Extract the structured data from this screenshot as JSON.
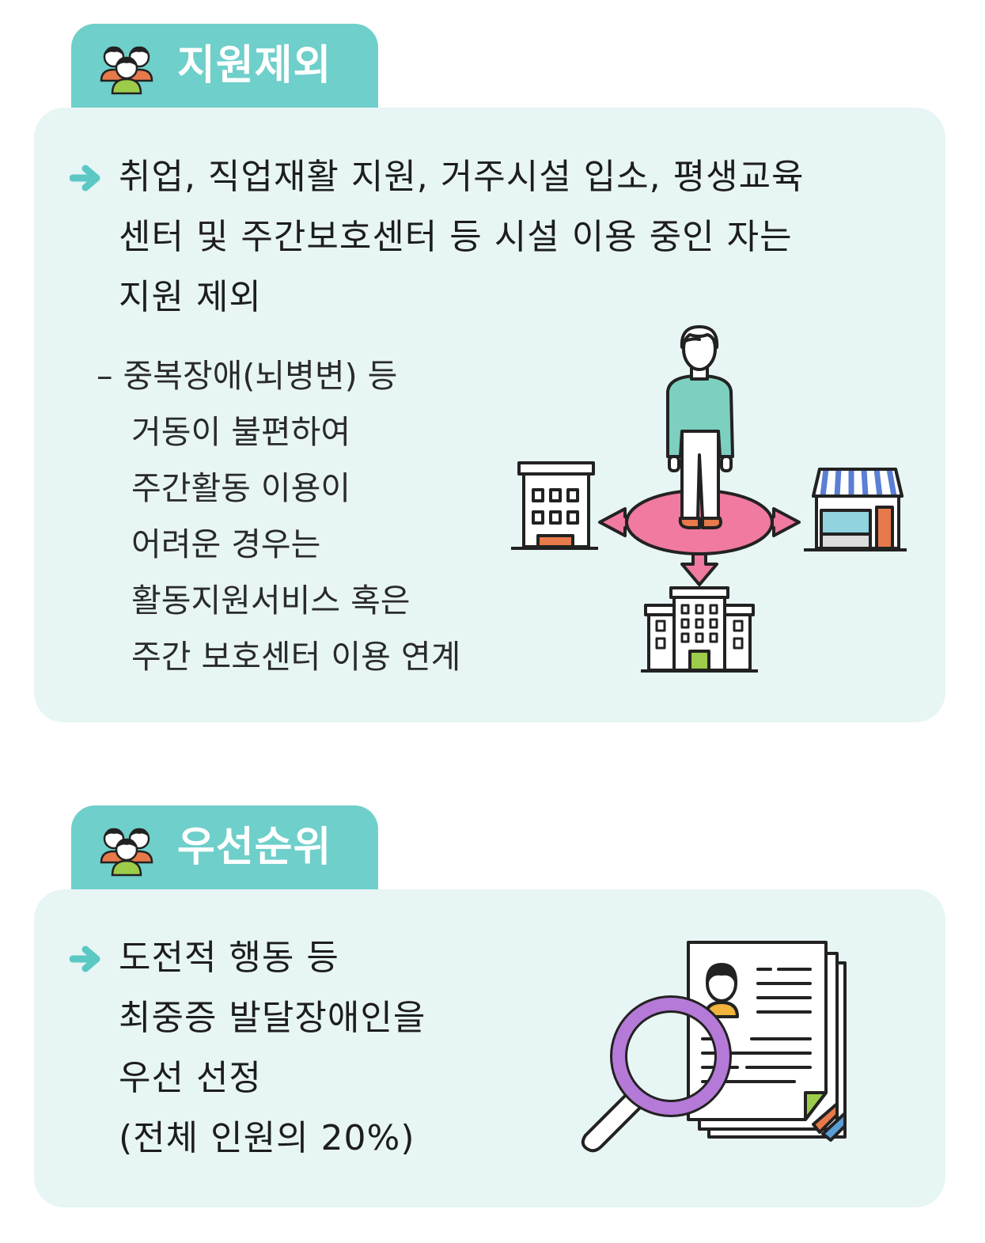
{
  "exclusion": {
    "title": "지원제외",
    "main_lines": [
      "취업, 직업재활 지원, 거주시설 입소, 평생교육",
      "센터 및 주간보호센터 등 시설 이용 중인 자는",
      "지원 제외"
    ],
    "sub_lines": [
      "– 중복장애(뇌병변) 등",
      "거동이 불편하여",
      "주간활동 이용이",
      "어려운 경우는",
      "활동지원서비스 혹은",
      "주간 보호센터 이용 연계"
    ]
  },
  "priority": {
    "title": "우선순위",
    "main_lines": [
      "도전적 행동 등",
      "최중증 발달장애인을",
      "우선 선정",
      "(전체 인원의 20%)"
    ]
  },
  "colors": {
    "tab": "#6fcfca",
    "panel": "#e7f5f4",
    "arrow": "#5cc8c4",
    "shirt": "#7dd0c0",
    "pink": "#f07aa0",
    "orange": "#e8794a",
    "green": "#9ccc4a",
    "blue": "#5a9fd4",
    "magnifier": "#b57ad8"
  },
  "icons": {
    "tab_icon": "people-group-icon",
    "bullet_icon": "arrow-right-icon",
    "exclusion_illustration": "person-choosing-facilities-icon",
    "priority_illustration": "document-magnifier-icon"
  }
}
